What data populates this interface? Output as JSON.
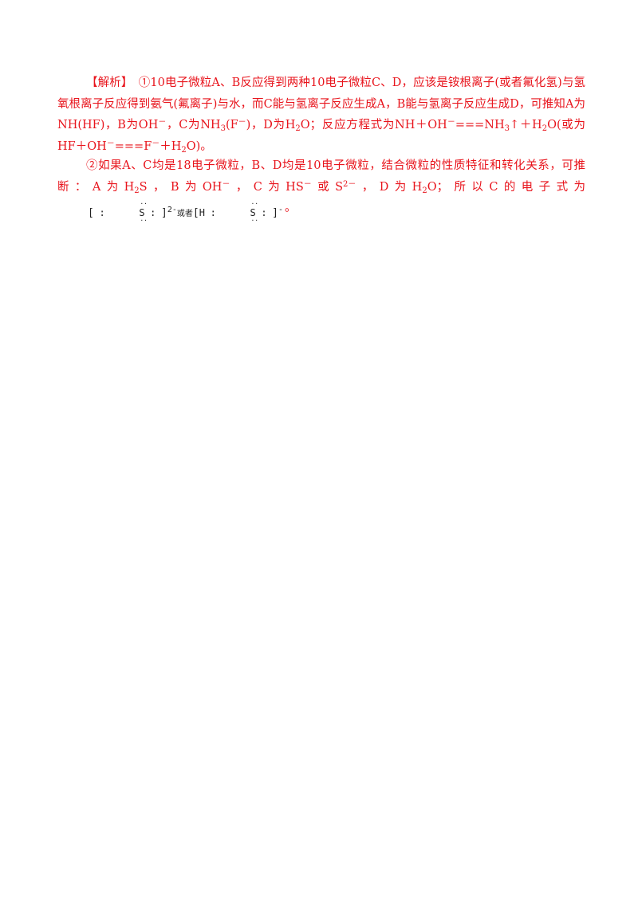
{
  "analysis": {
    "label": "【解析】",
    "p1": {
      "a": "①10电子微粒A、B反应得到两种10电子微粒C、D，应该是铵根离子(或者氟化氢)与氢氧根离子反应得到氨气(氟离子)与水，而C能与氢离子反应生成A，B能与氢离子反应生成D，可推知A为NH(HF)，B为OH",
      "sup_minus": "－",
      "b": "，C为NH",
      "sub3": "3",
      "c": "(F",
      "d": ")，D为H",
      "sub2": "2",
      "e": "O；反应方程式为NH＋OH",
      "f": "===NH",
      "g": "↑＋H",
      "h": "O(或为HF＋OH",
      "i": "===F",
      "j": "＋H",
      "k": "O)。"
    },
    "p2": {
      "a": "②如果A、C均是18电子微粒，B、D均是10电子微粒，结合微粒的性质特征和转化关系，可推断：A为H",
      "b": "S，B为OH",
      "c": "，C为HS",
      "d": "或S",
      "sup_2minus": "2－",
      "e": "，D为H",
      "f": "O；所以C的电子式为",
      "g": "。",
      "formula": {
        "s": "S",
        "h": "H",
        "colon": ":",
        "charge1": "2-",
        "or": "或者",
        "charge2": "-",
        "dots": "··"
      }
    }
  }
}
